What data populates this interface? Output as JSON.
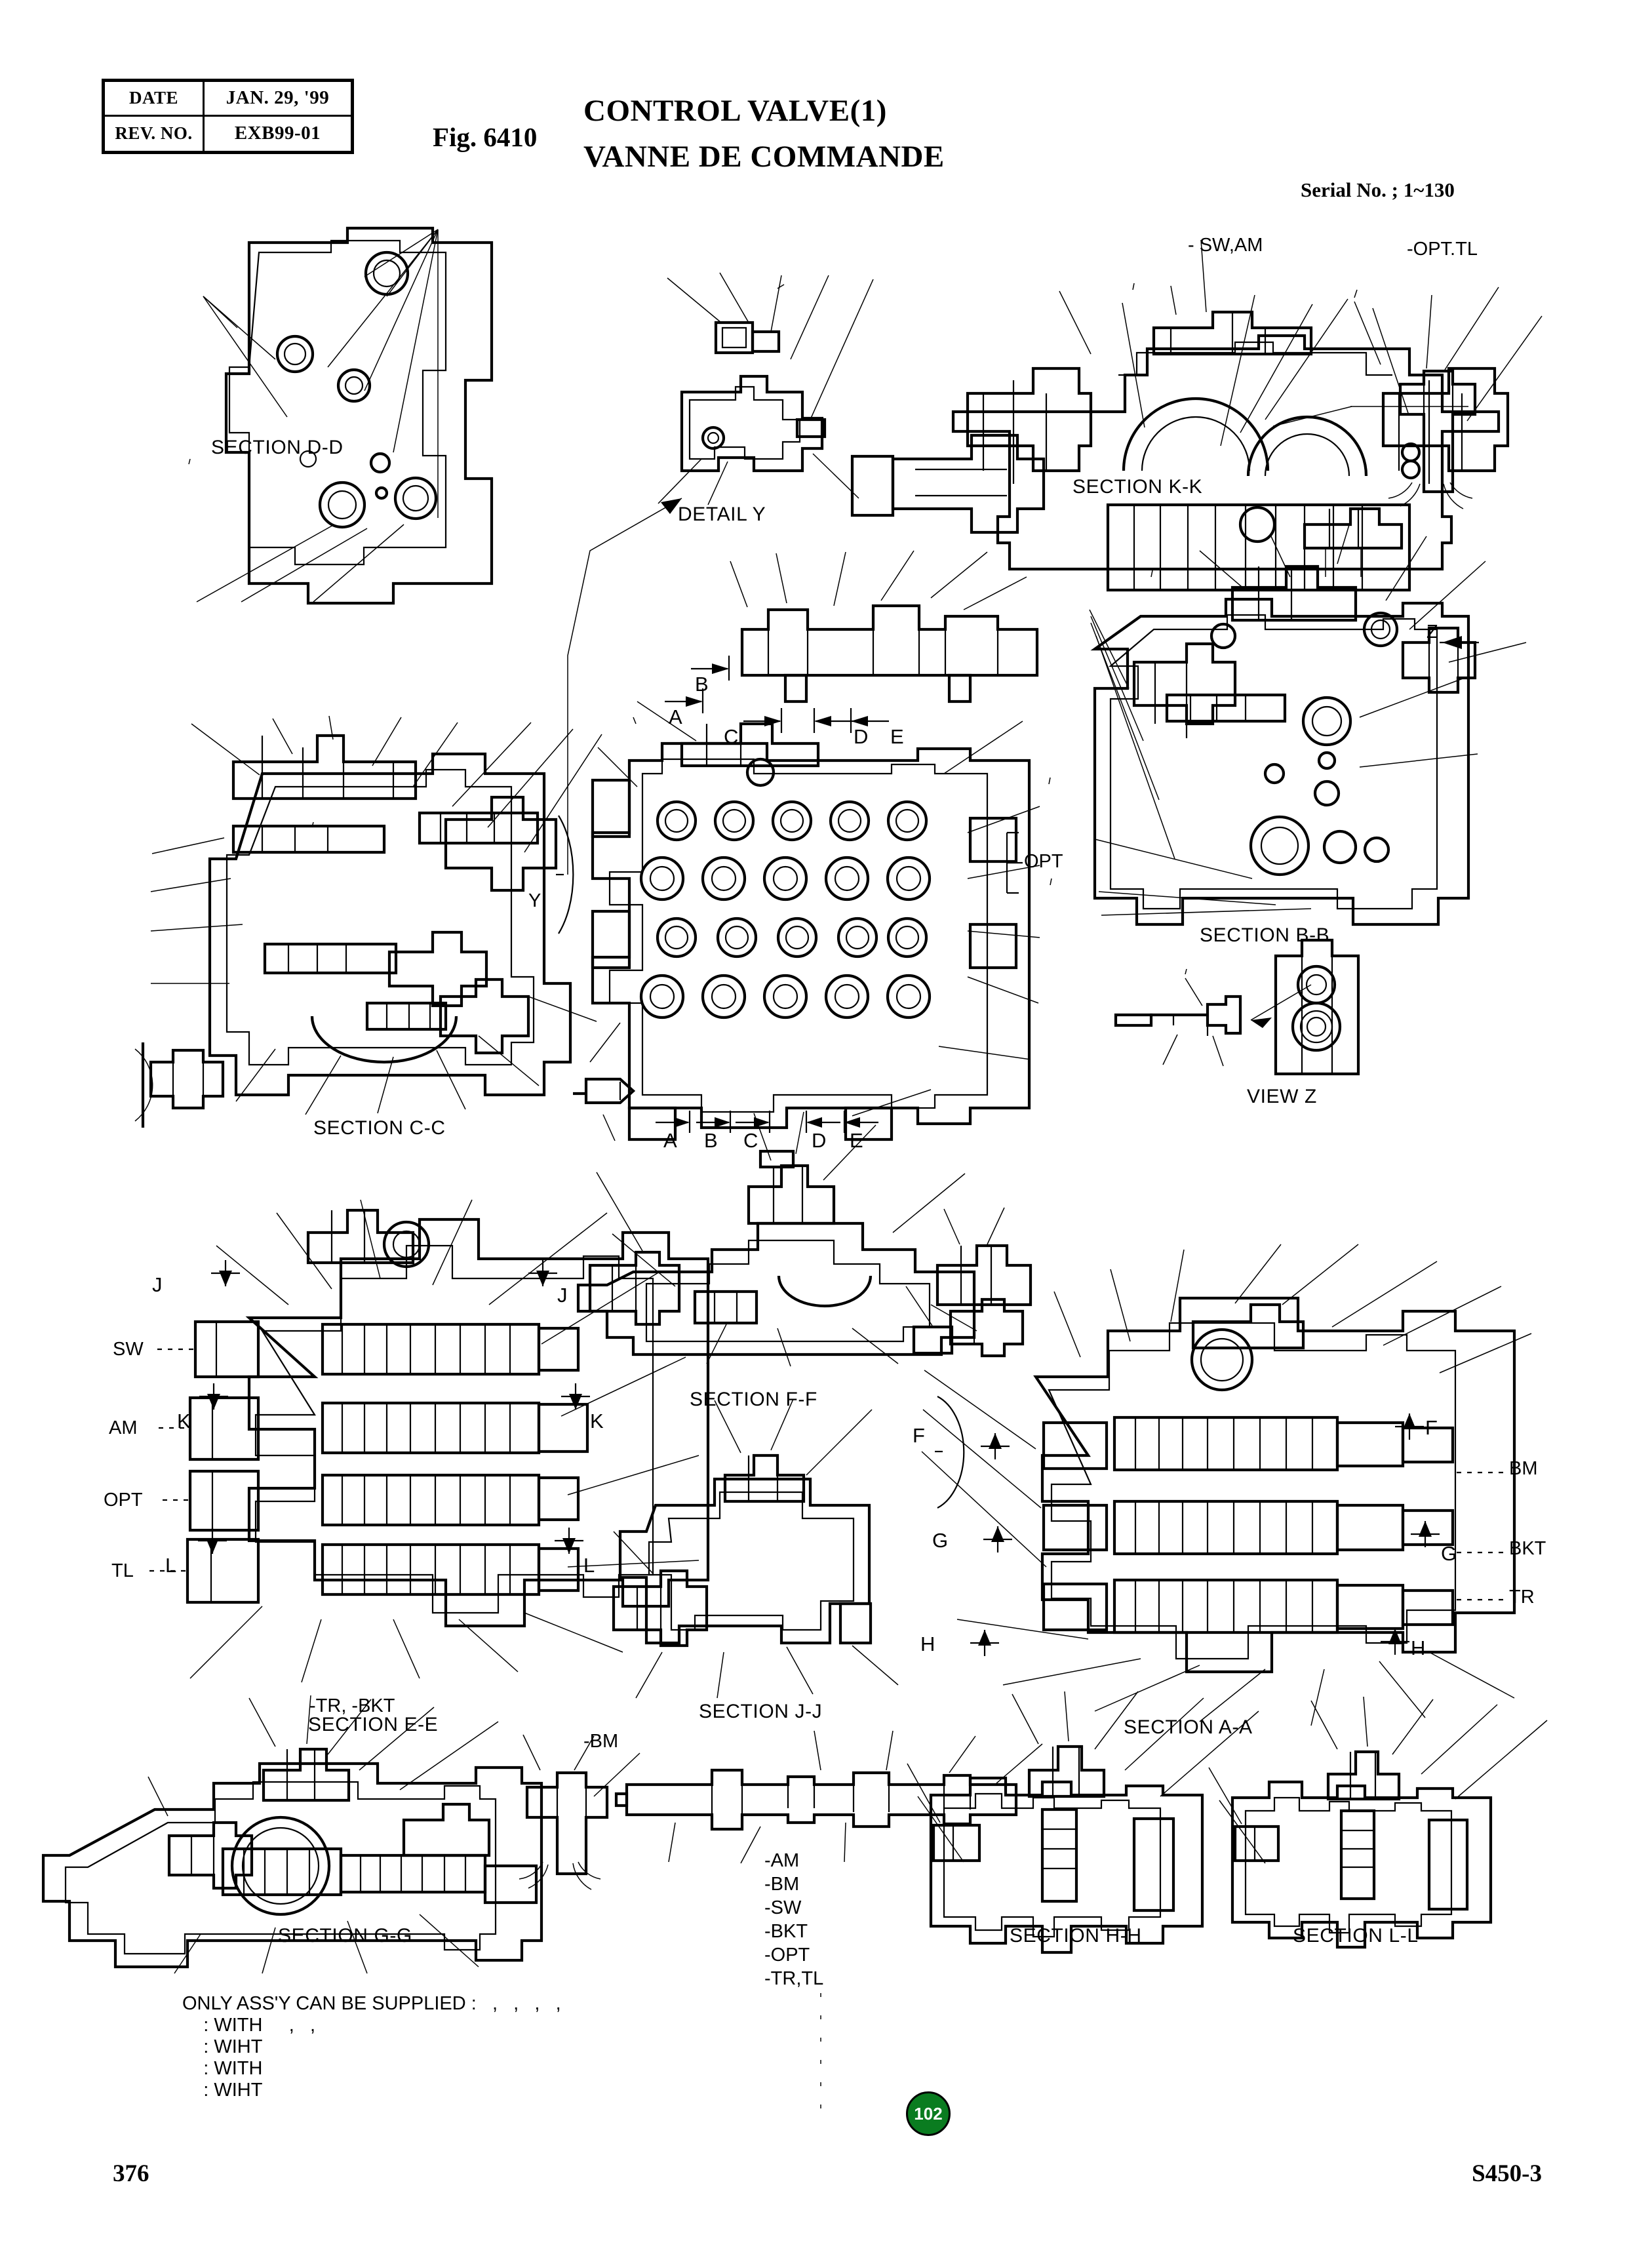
{
  "header": {
    "date_label": "DATE",
    "date_value": "JAN. 29, '99",
    "rev_label": "REV. NO.",
    "rev_value": "EXB99-01",
    "fig_no": "Fig. 6410",
    "title_en": "CONTROL VALVE(1)",
    "title_fr": "VANNE DE COMMANDE",
    "serial": "Serial No. ; 1~130"
  },
  "captions": {
    "section_dd": "SECTION D-D",
    "detail_y": "DETAIL  Y",
    "section_kk": "SECTION K-K",
    "section_cc": "SECTION C-C",
    "section_bb": "SECTION B-B",
    "view_z": "VIEW  Z",
    "section_ee": "SECTION E-E",
    "section_ff": "SECTION F-F",
    "section_jj": "SECTION J-J",
    "section_aa": "SECTION A-A",
    "section_gg": "SECTION G-G",
    "section_hh": "SECTION H-H",
    "section_ll": "SECTION L-L"
  },
  "callouts": {
    "sw_am": "- SW,AM",
    "opt_tl": "-OPT.TL",
    "opt_bracket": "OPT",
    "y_marker": "Y",
    "z_marker": "Z",
    "tr_bkt": "-TR,   -BKT",
    "bm": "-BM"
  },
  "section_ee_labels": {
    "sw": "SW",
    "am": "AM",
    "opt": "OPT",
    "tl": "TL",
    "j_top_left": "J",
    "j_top_right": "J",
    "k_left": "K",
    "k_right": "K",
    "l_left": "L",
    "l_right": "L"
  },
  "section_aa_labels": {
    "bm": "BM",
    "bkt": "BKT",
    "tr": "TR",
    "f_left": "F",
    "f_right": "F",
    "g_left": "G",
    "g_right": "G",
    "h_left": "H",
    "h_right": "H"
  },
  "plan_marks": {
    "top": [
      "A",
      "B",
      "C",
      "D",
      "E"
    ],
    "bottom": [
      "A",
      "B",
      "C",
      "D",
      "E"
    ]
  },
  "spool_list": [
    "-AM",
    "-BM",
    "-SW",
    "-BKT",
    "-OPT",
    "-TR,TL"
  ],
  "notes": {
    "line1": "ONLY ASS'Y CAN BE SUPPLIED :   ,   ,   ,   ,",
    "line2": "    : WITH     ,   ,",
    "line3": "    : WIHT",
    "line4": "    : WITH",
    "line5": "    : WIHT"
  },
  "footer": {
    "page": "376",
    "model": "S450-3",
    "badge": "102"
  },
  "colors": {
    "ink": "#000000",
    "badge_green": "#0a7c20",
    "paper": "#ffffff"
  }
}
